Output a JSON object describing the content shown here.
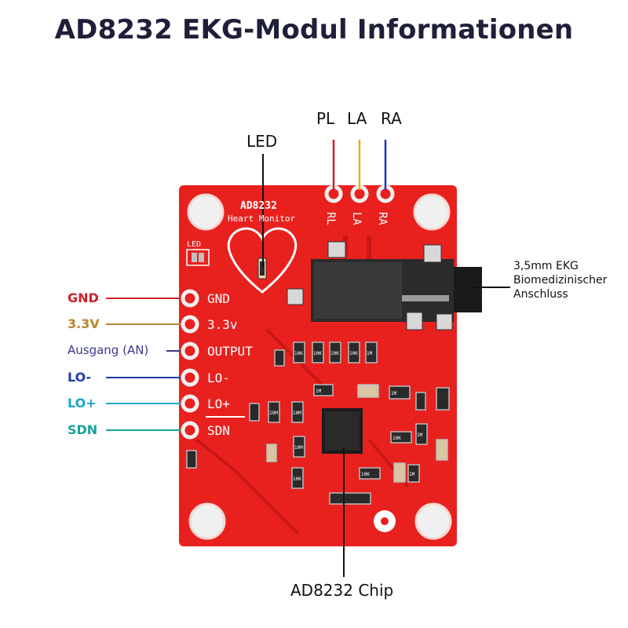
{
  "title": "AD8232 EKG-Modul Informationen",
  "board": {
    "name": "AD8232",
    "subtitle": "Heart Monitor",
    "led_silk": "LED",
    "pins": [
      "GND",
      "3.3v",
      "OUTPUT",
      "LO-",
      "LO+",
      "SDN"
    ],
    "top_pins": [
      "RL",
      "LA",
      "RA"
    ],
    "smd_codes": [
      "10K",
      "10K",
      "10K",
      "10K",
      "1M",
      "1M",
      "1M",
      "10M",
      "10M",
      "10M",
      "10K",
      "10K",
      "1M",
      "10K",
      "1M"
    ]
  },
  "labels": {
    "led": "LED",
    "pl": "PL",
    "la": "LA",
    "ra": "RA",
    "jack_line1": "3,5mm EKG",
    "jack_line2": "Biomedizinischer",
    "jack_line3": "Anschluss",
    "chip": "AD8232 Chip"
  },
  "left_pins": [
    {
      "text": "GND",
      "color": "#d0202a"
    },
    {
      "text": "3.3V",
      "color": "#b8862c"
    },
    {
      "text": "Ausgang (AN)",
      "color": "#3a3a8a"
    },
    {
      "text": "LO-",
      "color": "#1b3fb0"
    },
    {
      "text": "LO+",
      "color": "#1aa7c9"
    },
    {
      "text": "SDN",
      "color": "#17a39a"
    }
  ],
  "colors": {
    "pcb": "#e8211f",
    "pl_line": "#d0202a",
    "la_line": "#e0b21c",
    "ra_line": "#2530b0"
  }
}
